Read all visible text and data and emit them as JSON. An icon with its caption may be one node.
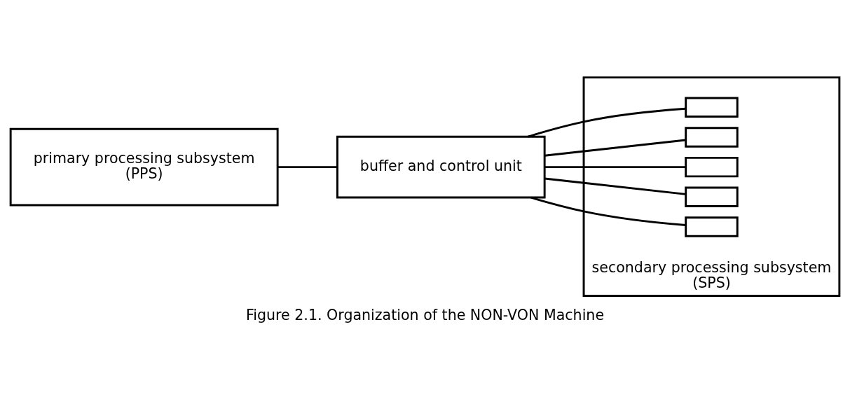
{
  "diagram": {
    "caption": "Figure 2.1. Organization of the NON-VON Machine",
    "nodes": [
      {
        "text": [
          "primary processing subsystem",
          "(PPS)"
        ]
      },
      {
        "text": [
          "buffer and control unit"
        ]
      },
      {
        "text": [
          "secondary processing subsystem",
          "(SPS)"
        ]
      },
      {
        "text": [],
        "shape": "box",
        "in": 2
      },
      {
        "text": [],
        "shape": "box",
        "in": 2
      },
      {
        "text": [],
        "shape": "box",
        "in": 2
      },
      {
        "text": [],
        "shape": "box",
        "in": 2
      },
      {
        "text": [],
        "shape": "box",
        "in": 2
      }
    ],
    "edges": [
      {
        "from": 0,
        "to": 1,
        "arrow": "none"
      },
      {
        "from": 1,
        "to": 3,
        "arrow": "none"
      },
      {
        "from": 1,
        "to": 4,
        "arrow": "none"
      },
      {
        "from": 1,
        "to": 5,
        "arrow": "none"
      },
      {
        "from": 1,
        "to": 6,
        "arrow": "none"
      },
      {
        "from": 1,
        "to": 7,
        "arrow": "none"
      }
    ]
  }
}
